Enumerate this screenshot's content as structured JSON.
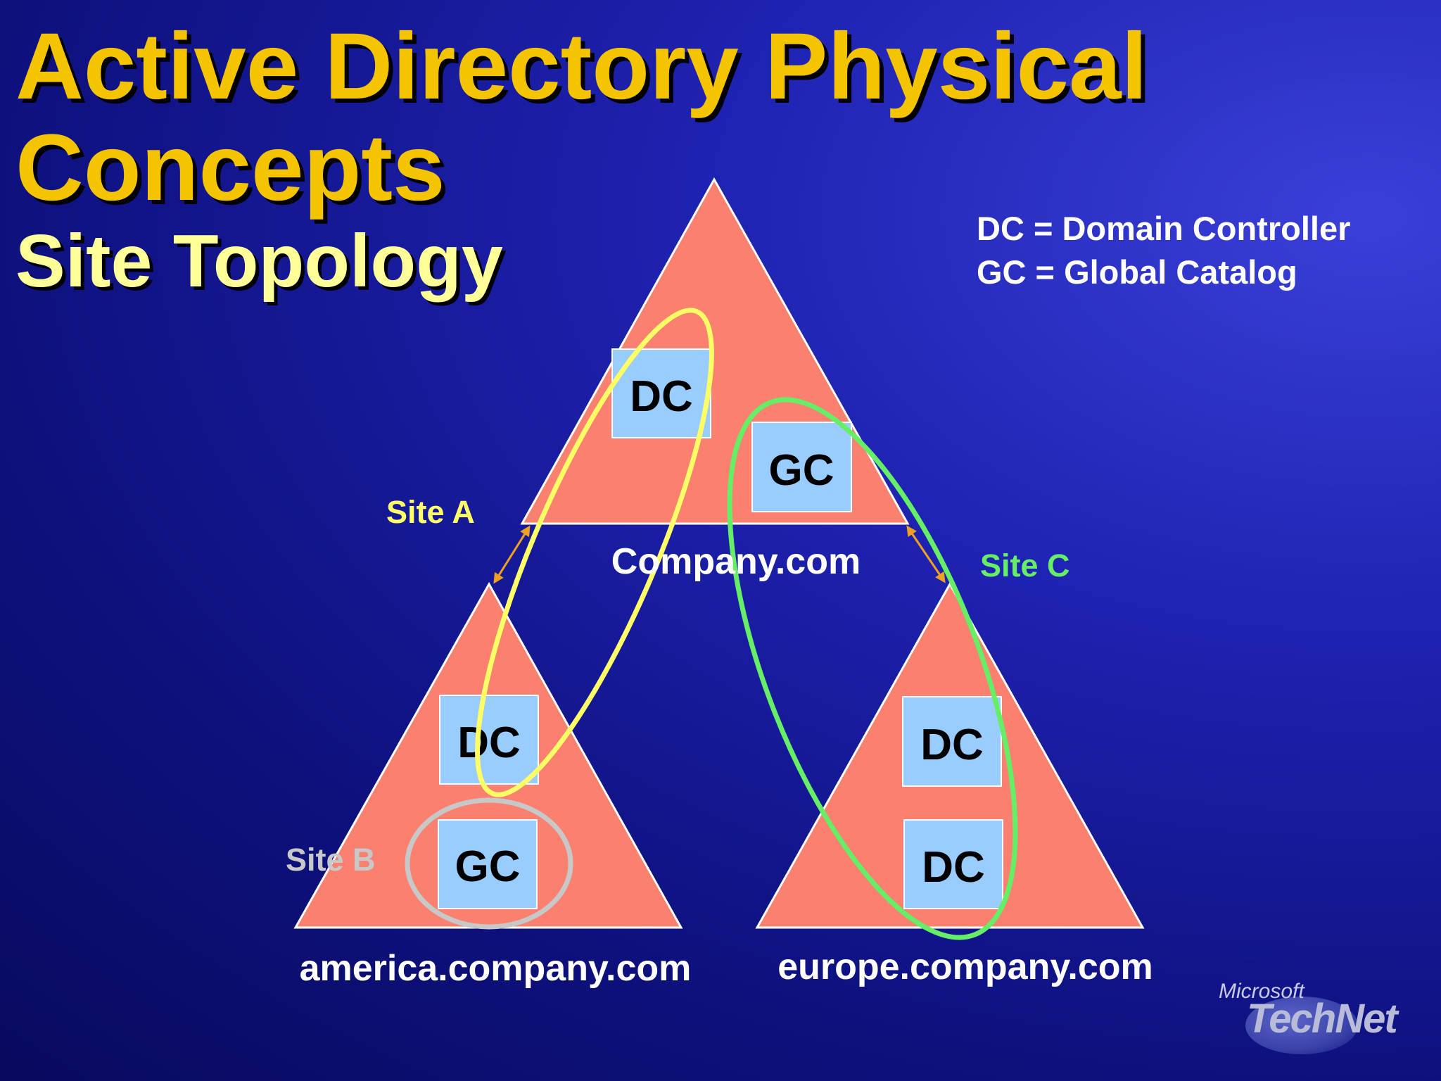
{
  "slide": {
    "title_line1": "Active Directory Physical",
    "title_line2": "Concepts",
    "subtitle": "Site Topology"
  },
  "legend": {
    "dc": "DC = Domain Controller",
    "gc": "GC = Global Catalog"
  },
  "domains": {
    "root": {
      "label": "Company.com",
      "boxes": [
        "DC",
        "GC"
      ]
    },
    "america": {
      "label": "america.company.com",
      "boxes": [
        "DC",
        "GC"
      ]
    },
    "europe": {
      "label": "europe.company.com",
      "boxes": [
        "DC",
        "DC"
      ]
    }
  },
  "sites": {
    "a": {
      "label": "Site A",
      "color": "#ffff66"
    },
    "b": {
      "label": "Site B",
      "color": "#c8c8c8"
    },
    "c": {
      "label": "Site C",
      "color": "#66ee66"
    }
  },
  "colors": {
    "triangle": "#fa8070",
    "box": "#99ccff",
    "link_arrow": "#f0a020",
    "title": "#f5c400",
    "subtitle": "#ffff99"
  },
  "logo": {
    "brand": "Microsoft",
    "product": "TechNet"
  }
}
